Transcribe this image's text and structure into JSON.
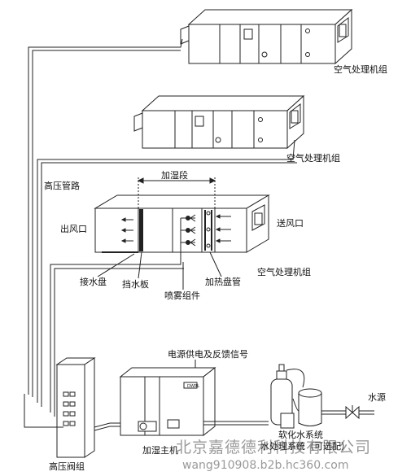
{
  "labels": {
    "ahu_top": "空气处理机组",
    "ahu_middle": "空气处理机组",
    "ahu_bottom": "空气处理机组",
    "humid_section": "加湿段",
    "outlet": "出风口",
    "supply": "送风口",
    "hp_pipe": "高压管路",
    "drain_pan": "接水盘",
    "water_baffle": "挡水板",
    "spray": "喷雾组件",
    "heating_coil": "加热盘管",
    "power_feedback": "电源供电及反馈信号",
    "water_treatment": "软化水系统",
    "water_treatment_sub": "水处理系统（可选配）",
    "water_source": "水源",
    "humidifier_main": "加湿主机",
    "hp_valve_group": "高压阀组",
    "host_badge": "DWRL"
  },
  "watermark": {
    "company": "北京嘉德德利科技有限公司",
    "site": "wang910908.b2b.hc360.com"
  }
}
